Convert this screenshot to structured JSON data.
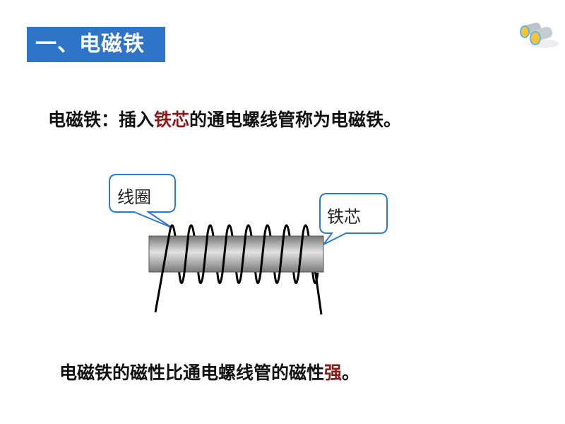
{
  "title": "一、电磁铁",
  "definition": {
    "prefix": "电磁铁：插入",
    "highlight": "铁芯",
    "suffix": "的通电螺线管称为电磁铁。"
  },
  "conclusion": {
    "prefix": "电磁铁的磁性比通电螺线管的磁性",
    "highlight": "强",
    "suffix": "。"
  },
  "labels": {
    "coil": "线圈",
    "core": "铁芯"
  },
  "colors": {
    "title_bg": "#2e74c8",
    "highlight": "#8b1a1a",
    "bubble_border": "#2a7ad0"
  }
}
